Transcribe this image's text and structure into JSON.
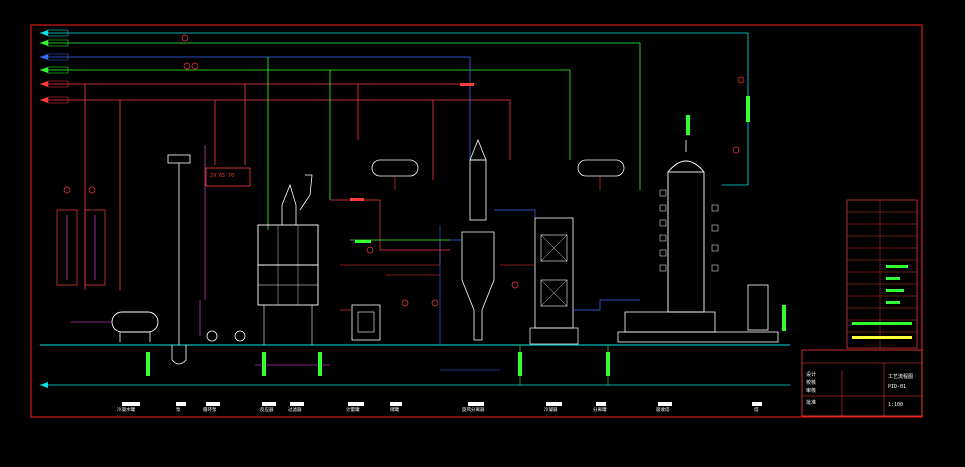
{
  "colors": {
    "background": "#000000",
    "border": "#ff2020",
    "steam": "#ff3a3a",
    "water": "#00e6e6",
    "process": "#33ff33",
    "utility": "#3a6bff",
    "aux": "#ff44ff",
    "equipment": "#ffffff",
    "tag": "#ffff33"
  },
  "equipment_labels": [
    "冷凝水罐",
    "泵",
    "循环泵",
    "反应器",
    "过滤器",
    "计量罐",
    "储罐",
    "旋风分离器",
    "冷凝器",
    "分离罐",
    "吸收塔",
    "塔"
  ],
  "title_block": {
    "rows": [
      "设计",
      "校核",
      "审核",
      "批准"
    ],
    "drawing_title": "工艺流程图",
    "drawing_no": "PID-01",
    "scale": "1:100"
  },
  "indicator_text": "29  65  70"
}
